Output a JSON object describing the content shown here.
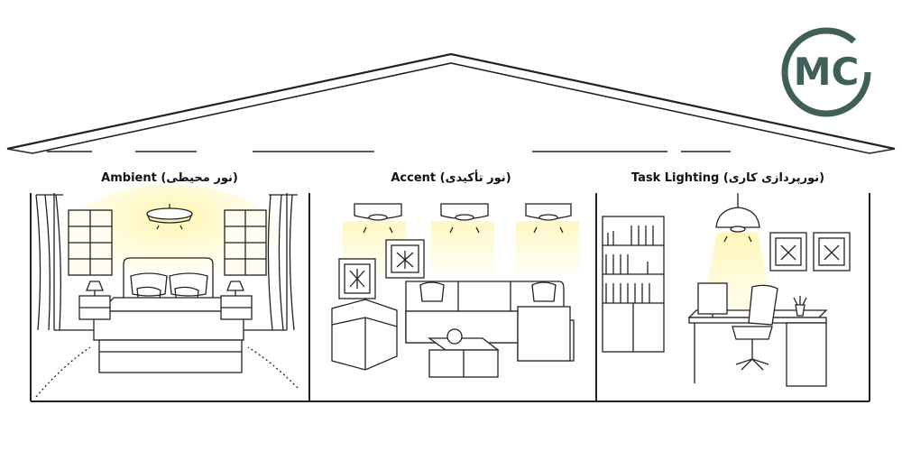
{
  "brand": {
    "logo_text": "MC",
    "color": "#3f5f58"
  },
  "rooms": [
    {
      "title": "Ambient (نور محیطی)",
      "scene": "bedroom"
    },
    {
      "title": "Accent (نور تأکیدی)",
      "scene": "living-room"
    },
    {
      "title": "Task Lighting (نورپردازی کاری)",
      "scene": "office"
    }
  ],
  "colors": {
    "line": "#222222",
    "glow": "#fff3a8"
  }
}
